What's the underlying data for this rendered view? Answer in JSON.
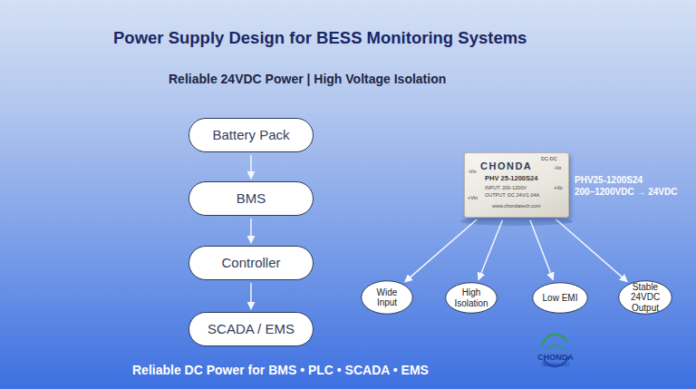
{
  "diagram": {
    "title": "Power Supply Design for BESS Monitoring Systems",
    "nodes": [
      {
        "text": [
          "Battery Pack"
        ]
      },
      {
        "text": [
          "BMS"
        ]
      },
      {
        "text": [
          "Controller"
        ]
      },
      {
        "text": [
          "SCADA / EMS"
        ]
      },
      {
        "text": [
          "CHONDA",
          "DC-DC",
          "PHV 25-1200S24",
          "INPUT: 200-1200V",
          "OUTPUT: DC 24V/1.04A",
          "www.chondatech.com",
          "-Vin",
          "+Vin",
          "-Vo",
          "+Vo"
        ]
      },
      {
        "text": [
          "Wide Input"
        ]
      },
      {
        "text": [
          "High Isolation"
        ]
      },
      {
        "text": [
          "Low EMI"
        ]
      },
      {
        "text": [
          "Stable 24VDC Output"
        ]
      }
    ],
    "edges": [
      {
        "from": 0,
        "to": 1,
        "arrow": "to"
      },
      {
        "from": 1,
        "to": 2,
        "arrow": "to"
      },
      {
        "from": 2,
        "to": 3,
        "arrow": "to"
      },
      {
        "from": 4,
        "to": 5,
        "arrow": "to"
      },
      {
        "from": 4,
        "to": 6,
        "arrow": "to"
      },
      {
        "from": 4,
        "to": 7,
        "arrow": "to"
      },
      {
        "from": 4,
        "to": 8,
        "arrow": "to"
      }
    ],
    "labels": [
      "Reliable 24VDC Power | High Voltage Isolation",
      "PHV25-1200S24",
      "200–1200VDC → 24VDC",
      "Reliable DC Power for BMS • PLC • SCADA • EMS",
      "CHONDA",
      "TECHNOLOGY"
    ]
  }
}
